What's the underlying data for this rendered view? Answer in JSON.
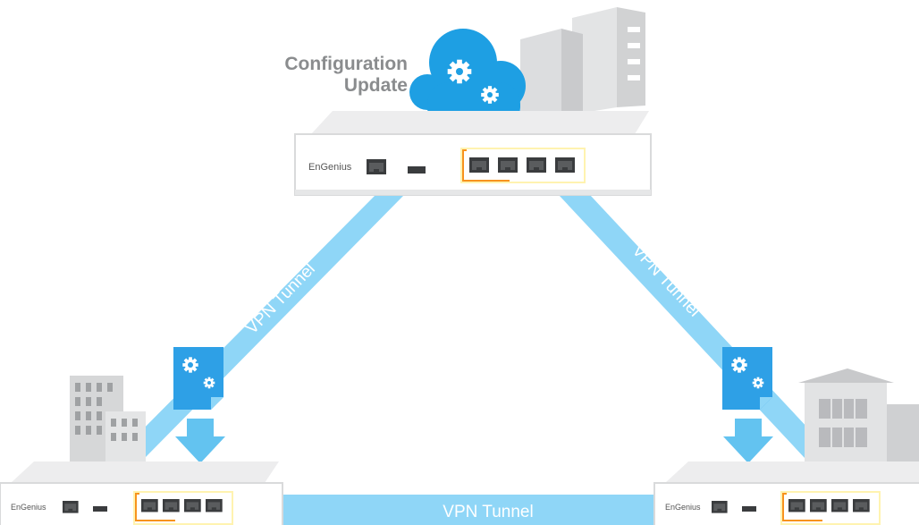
{
  "cloud_caption": {
    "line1": "Configuration",
    "line2": "Update"
  },
  "vpn_labels": {
    "left": "VPN Tunnel",
    "right": "VPN Tunnel",
    "bottom": "VPN Tunnel"
  },
  "brand": {
    "top": "EnGenius",
    "left": "EnGenius",
    "right": "EnGenius"
  },
  "colors": {
    "tunnel": "#8fd6f7",
    "cloud": "#1e9fe3",
    "config_file": "#2ea0e6",
    "download_arrow": "#63c3f0",
    "router_body": "#ffffff",
    "router_top": "#ededee",
    "port_highlight": "#f7931e",
    "building": "#d2d3d4"
  },
  "icons": {
    "cloud": "cloud-gear-icon",
    "config_file": "config-file-gear-icon",
    "arrow": "download-arrow-icon",
    "router": "router-device"
  }
}
